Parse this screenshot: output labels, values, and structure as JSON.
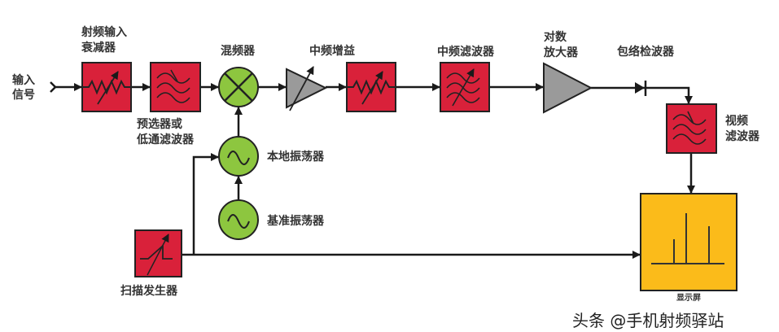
{
  "colors": {
    "filter_red": "#d9213a",
    "mixer_green": "#8dc63f",
    "amp_gray": "#9a9a9a",
    "display_yellow": "#fbbb1a",
    "line": "#1a1a1a"
  },
  "labels": {
    "input_signal": [
      "输入",
      "信号"
    ],
    "rf_attenuator": [
      "射频输入",
      "衰减器"
    ],
    "preselector": [
      "预选器或",
      "低通滤波器"
    ],
    "mixer": "混频器",
    "if_gain": "中频增益",
    "if_filter": "中频滤波器",
    "log_amp": [
      "对数",
      "放大器"
    ],
    "envelope_detector": "包络检波器",
    "video_filter": [
      "视频",
      "滤波器"
    ],
    "local_oscillator": "本地振荡器",
    "reference_oscillator": "基准振荡器",
    "sweep_generator": "扫描发生器",
    "display": "显示屏"
  },
  "watermark": "头条 @手机射频驿站"
}
